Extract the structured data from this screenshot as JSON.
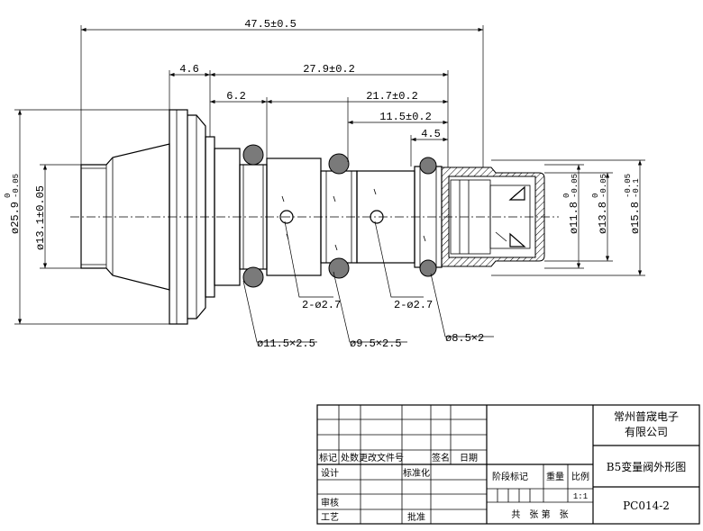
{
  "dimensions": {
    "overall_length": "47.5±0.5",
    "d_4_6": "4.6",
    "d_27_9": "27.9±0.2",
    "d_6_2": "6.2",
    "d_21_7": "21.7±0.2",
    "d_11_5": "11.5±0.2",
    "d_4_5": "4.5",
    "dia_25_9": "ø25.9",
    "dia_25_9_upper": "0",
    "dia_25_9_lower": "-0.05",
    "dia_13_1": "ø13.1±0.05",
    "dia_11_8": "ø11.8",
    "dia_11_8_upper": "0",
    "dia_11_8_lower": "-0.05",
    "dia_13_8": "ø13.8",
    "dia_13_8_upper": "0",
    "dia_13_8_lower": "-0.05",
    "dia_15_8": "ø15.8",
    "dia_15_8_upper": "-0.05",
    "dia_15_8_lower": "-0.1"
  },
  "callouts": {
    "holes_1": "2-ø2.7",
    "holes_2": "2-ø2.7",
    "oring_1": "ø11.5×2.5",
    "oring_2": "ø9.5×2.5",
    "oring_3": "ø8.5×2"
  },
  "title_block": {
    "company_line1": "常州普宬电子",
    "company_line2": "有限公司",
    "drawing_name": "B5变量阀外形图",
    "drawing_no": "PC014-2",
    "scale": "1:1",
    "labels": {
      "biaoji": "标记",
      "chushu": "处数",
      "genggai": "更改文件号",
      "qianming": "签名",
      "riqi": "日期",
      "sheji": "设计",
      "biaozhunhua": "标准化",
      "jieduan": "阶段标记",
      "zhongliang": "重量",
      "bili": "比例",
      "shenhe": "审核",
      "gongyi": "工艺",
      "pizhun": "批准",
      "gong_zhang": "共　张 第　张"
    }
  }
}
